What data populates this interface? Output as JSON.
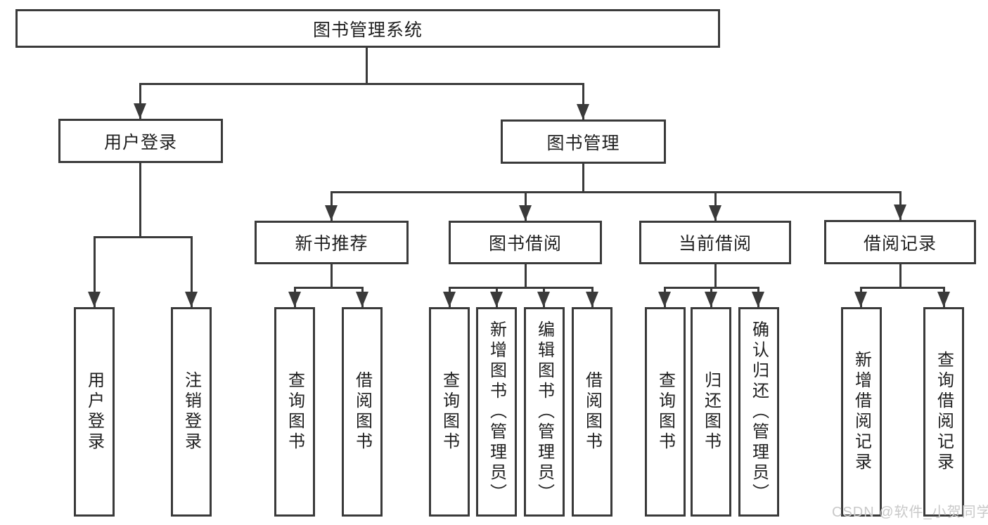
{
  "tree": {
    "root": {
      "label": "图书管理系统"
    },
    "branches": [
      {
        "label": "用户登录",
        "children": [
          {
            "label": "用户登录"
          },
          {
            "label": "注销登录"
          }
        ]
      },
      {
        "label": "图书管理",
        "children": [
          {
            "label": "新书推荐",
            "children": [
              {
                "label": "查询图书"
              },
              {
                "label": "借阅图书"
              }
            ]
          },
          {
            "label": "图书借阅",
            "children": [
              {
                "label": "查询图书"
              },
              {
                "label": "新增图书（管理员）"
              },
              {
                "label": "编辑图书（管理员）"
              },
              {
                "label": "借阅图书"
              }
            ]
          },
          {
            "label": "当前借阅",
            "children": [
              {
                "label": "查询图书"
              },
              {
                "label": "归还图书"
              },
              {
                "label": "确认归还（管理员）"
              }
            ]
          },
          {
            "label": "借阅记录",
            "children": [
              {
                "label": "新增借阅记录"
              },
              {
                "label": "查询借阅记录"
              }
            ]
          }
        ]
      }
    ]
  },
  "watermark": "CSDN @软件_小贺同学",
  "colors": {
    "line": "#3a3a3a",
    "text": "#1f1f1f",
    "background": "#ffffff",
    "watermark": "#c9c9c9"
  }
}
